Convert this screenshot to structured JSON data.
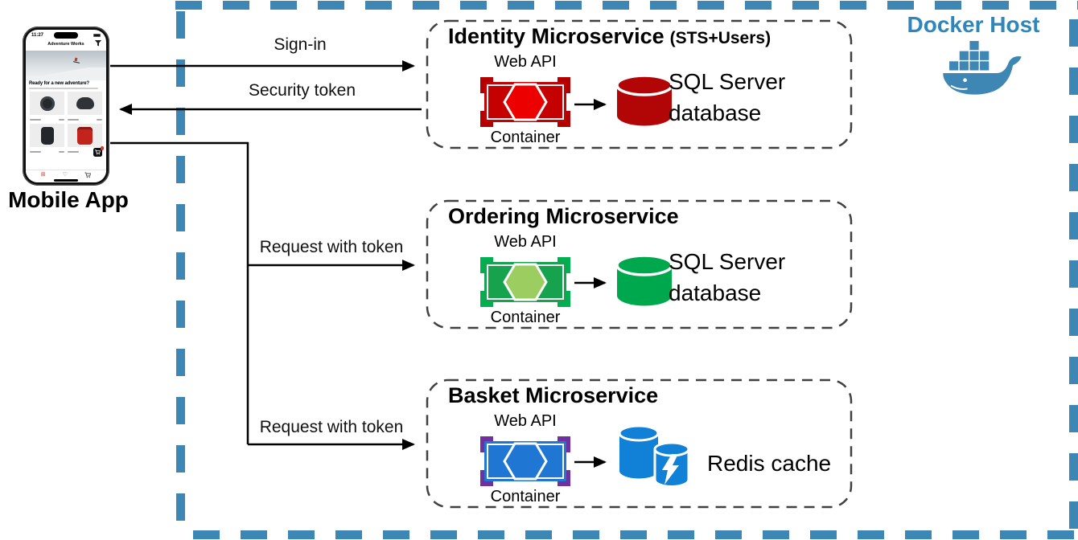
{
  "host": {
    "label": "Docker Host",
    "accent": "#3e86b3",
    "label_color": "#2e86bb"
  },
  "mobile": {
    "label": "Mobile App",
    "time": "11:27",
    "app_name": "Adventure Works",
    "headline": "Ready for a new adventure?"
  },
  "flows": {
    "sign_in": "Sign-in",
    "security_token": "Security token",
    "request_ordering": "Request with token",
    "request_basket": "Request with token"
  },
  "services": [
    {
      "title": "Identity Microservice",
      "suffix": "(STS+Users)",
      "api_label": "Web API",
      "container_label": "Container",
      "store_label": "SQL Server database",
      "colors": {
        "rect": "#c40000",
        "hex": "#ec0000",
        "bracket": "#b00000",
        "store": "#b20505"
      }
    },
    {
      "title": "Ordering Microservice",
      "suffix": "",
      "api_label": "Web API",
      "container_label": "Container",
      "store_label": "SQL Server database",
      "colors": {
        "rect": "#17a24e",
        "hex": "#9ccd60",
        "bracket": "#00b050",
        "store": "#00a84d"
      }
    },
    {
      "title": "Basket Microservice",
      "suffix": "",
      "api_label": "Web API",
      "container_label": "Container",
      "store_label": "Redis cache",
      "colors": {
        "rect": "#2076d3",
        "hex": "#2076d3",
        "bracket": "#7030a0",
        "store": "#1081d6"
      }
    }
  ]
}
